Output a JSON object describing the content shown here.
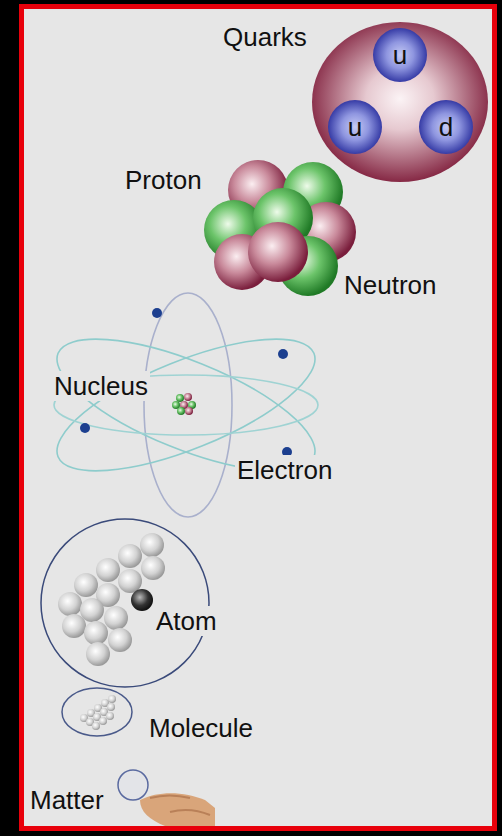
{
  "diagram": {
    "nodes": [
      {
        "text": [
          "Quarks"
        ]
      },
      {
        "text": [
          "u"
        ],
        "in": 0
      },
      {
        "text": [
          "u"
        ],
        "in": 0
      },
      {
        "text": [
          "d"
        ],
        "in": 0
      },
      {
        "text": [
          "Atom"
        ]
      }
    ],
    "labels": [
      "Proton",
      "Neutron",
      "Nucleus",
      "Electron",
      "Molecule",
      "Matter"
    ]
  }
}
